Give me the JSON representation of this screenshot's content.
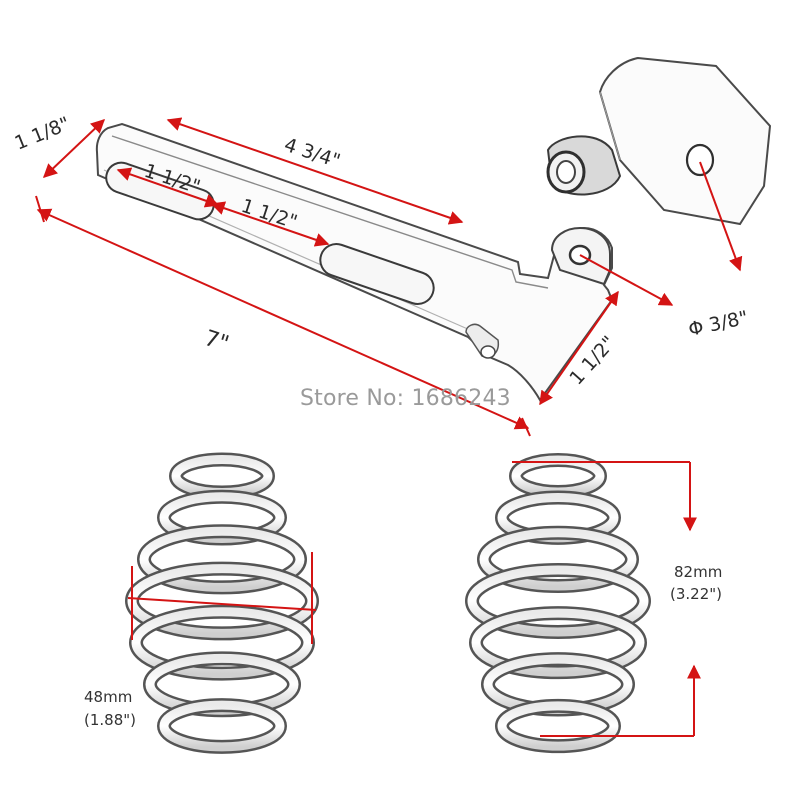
{
  "colors": {
    "dimension_red": "#d41414",
    "chrome_dark": "#5a5a5a",
    "chrome_mid": "#a7a7a7",
    "chrome_light": "#f2f2f2",
    "text": "#2b2b2b",
    "watermark": "#9a9a9a"
  },
  "bracket": {
    "dim_width": "1 1/8\"",
    "dim_top_length": "4 3/4\"",
    "dim_slot_1": "1 1/2\"",
    "dim_slot_gap": "1 1/2\"",
    "dim_total_length": "7\"",
    "dim_end_height": "1 1/2\"",
    "dim_hole": "Φ 3/8\""
  },
  "store_label": "Store No: 1686243",
  "springs": {
    "left_width_mm": "48mm",
    "left_width_in": "(1.88\")",
    "right_height_mm": "82mm",
    "right_height_in": "(3.22\")"
  }
}
